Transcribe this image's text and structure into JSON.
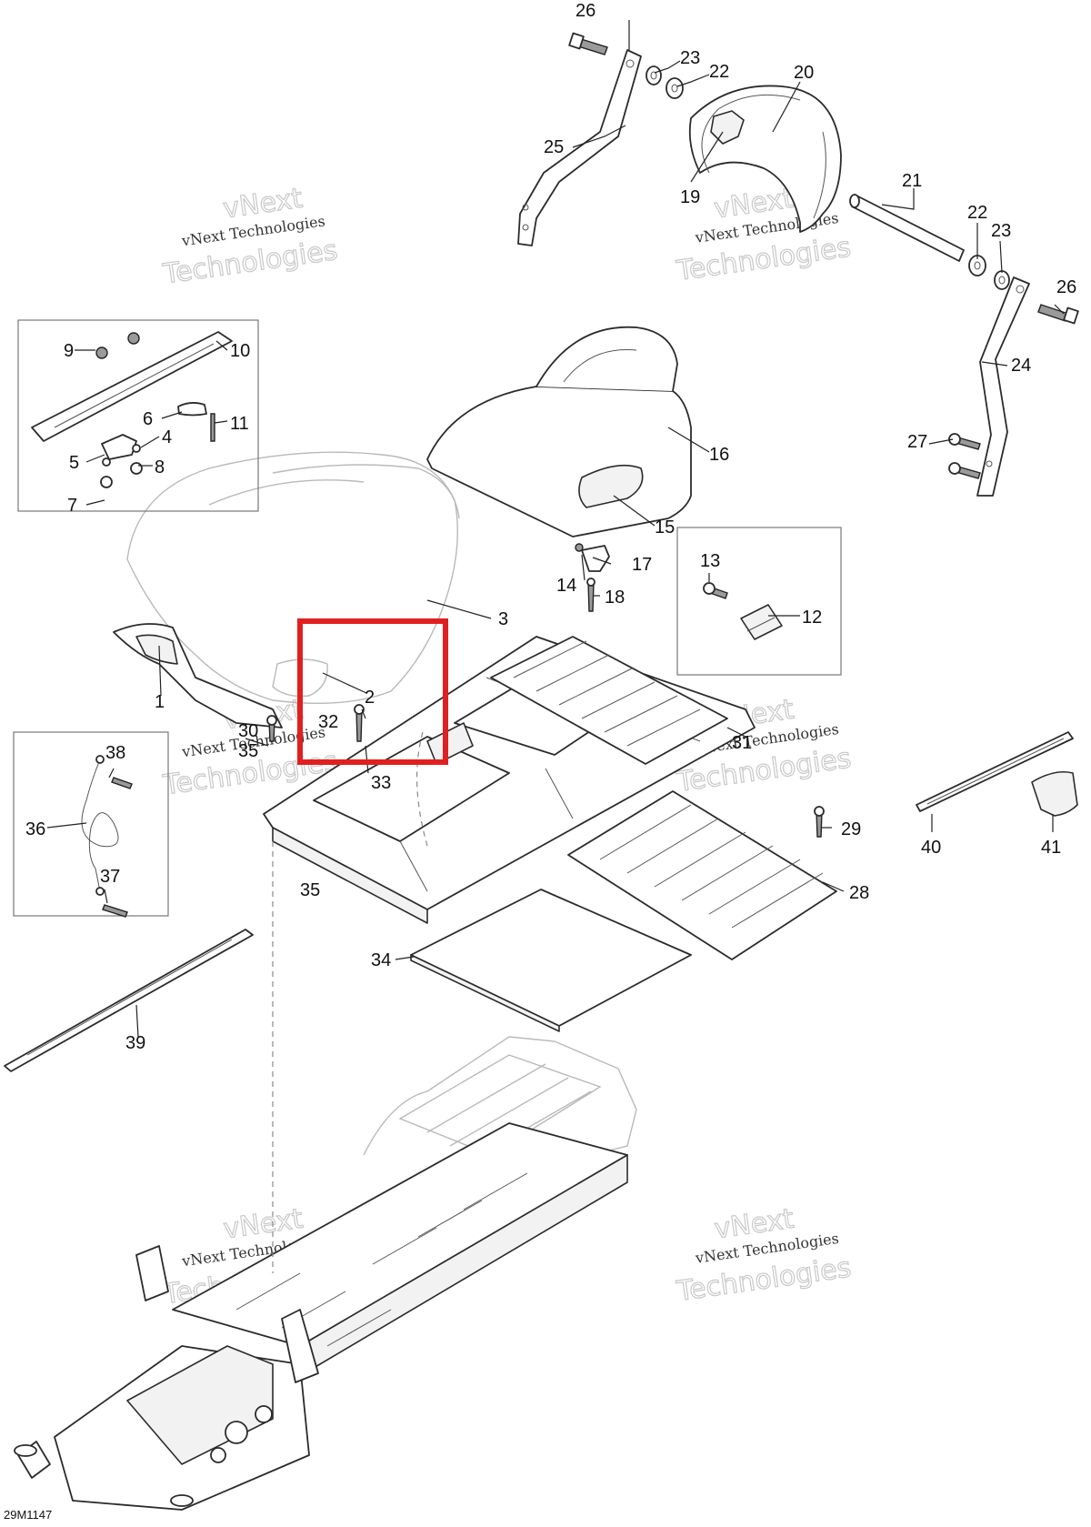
{
  "diagram": {
    "code": "29M1147",
    "watermark_line1": "vNext Technologies",
    "watermark_line2": "Technologies",
    "watermark_line3": "vNext",
    "highlight_color": "#e02020",
    "callouts": {
      "c1": "1",
      "c2": "2",
      "c3": "3",
      "c4": "4",
      "c5": "5",
      "c6": "6",
      "c7": "7",
      "c8": "8",
      "c9": "9",
      "c10": "10",
      "c11": "11",
      "c12": "12",
      "c13": "13",
      "c14": "14",
      "c15": "15",
      "c16": "16",
      "c17": "17",
      "c18": "18",
      "c19": "19",
      "c20": "20",
      "c21": "21",
      "c22a": "22",
      "c22b": "22",
      "c23a": "23",
      "c23b": "23",
      "c24": "24",
      "c25": "25",
      "c26a": "26",
      "c26b": "26",
      "c27": "27",
      "c28": "28",
      "c29": "29",
      "c30": "30",
      "c31": "31",
      "c32": "32",
      "c33": "33",
      "c34": "34",
      "c35a": "35",
      "c35b": "35",
      "c36": "36",
      "c37": "37",
      "c38": "38",
      "c39": "39",
      "c40": "40",
      "c41": "41"
    }
  }
}
